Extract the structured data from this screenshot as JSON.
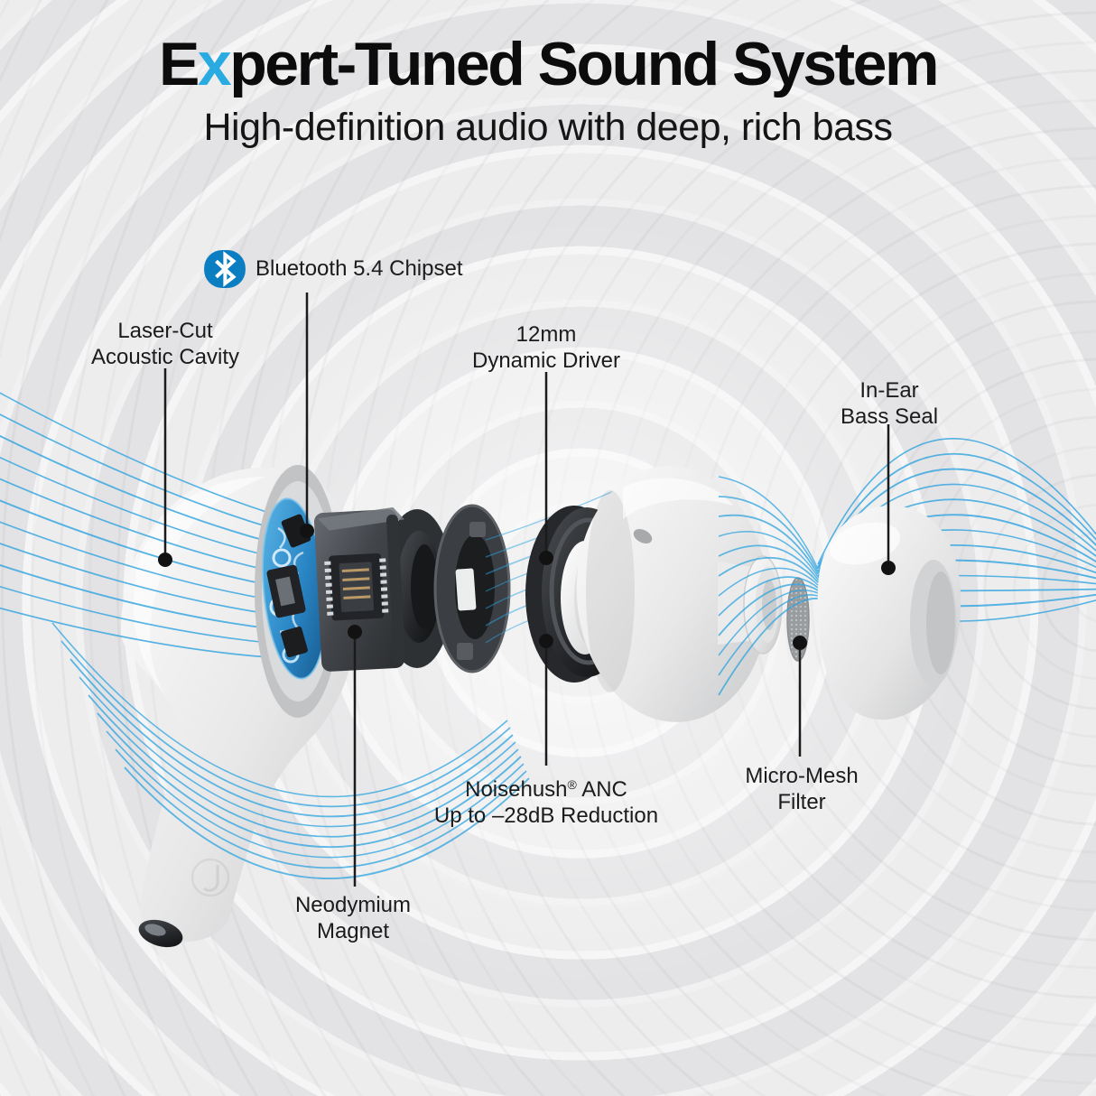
{
  "header": {
    "title_pre": "E",
    "title_accent": "x",
    "title_post": "pert-Tuned Sound System",
    "subtitle": "High-definition audio with deep, rich bass"
  },
  "colors": {
    "accent": "#29ABE2",
    "bluetooth_badge": "#0B7DC1",
    "ink": "#1B1B1B",
    "wave_blue": "#2EA3DF"
  },
  "icons": {
    "bluetooth": "bluetooth-icon"
  },
  "callouts": {
    "bluetooth": {
      "label": "Bluetooth 5.4 Chipset"
    },
    "laser_cut": {
      "line1": "Laser-Cut",
      "line2": "Acoustic Cavity"
    },
    "dynamic_driver": {
      "line1": "12mm",
      "line2": "Dynamic Driver"
    },
    "in_ear": {
      "line1": "In-Ear",
      "line2": "Bass Seal"
    },
    "noisehush": {
      "brand": "Noisehush",
      "reg": "®",
      "suffix": " ANC",
      "line2": "Up to –28dB Reduction"
    },
    "micro_mesh": {
      "line1": "Micro-Mesh",
      "line2": "Filter"
    },
    "neodymium": {
      "line1": "Neodymium",
      "line2": "Magnet"
    }
  }
}
